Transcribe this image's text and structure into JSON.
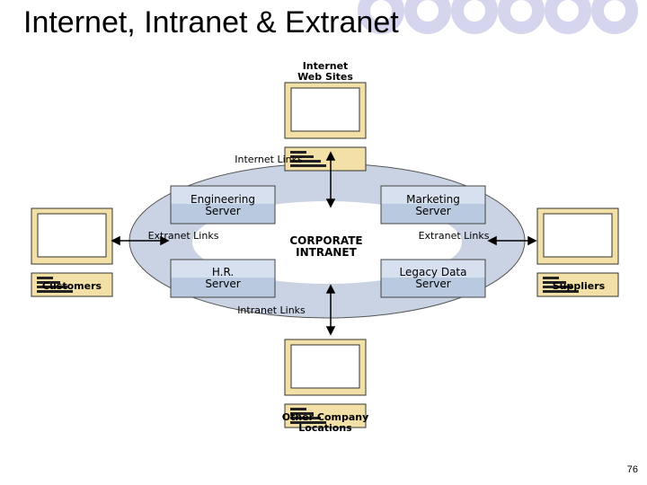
{
  "slide": {
    "title": "Internet, Intranet & Extranet",
    "page_number": "76"
  },
  "diagram": {
    "center_label": [
      "CORPORATE",
      "INTRANET"
    ],
    "servers": {
      "engineering": [
        "Engineering",
        "Server"
      ],
      "marketing": [
        "Marketing",
        "Server"
      ],
      "hr": [
        "H.R.",
        "Server"
      ],
      "legacy": [
        "Legacy Data",
        "Server"
      ]
    },
    "links": {
      "internet": "Internet Links",
      "extranet_left": "Extranet Links",
      "extranet_right": "Extranet Links",
      "intranet": "Intranet Links"
    },
    "nodes": {
      "internet_sites": [
        "Internet",
        "Web Sites"
      ],
      "customers": "Customers",
      "suppliers": "Suppliers",
      "other_locations": [
        "Other Company",
        "Locations"
      ]
    }
  },
  "colors": {
    "ellipse_fill": "#c9d3e4",
    "server_box": "#c4d3e4",
    "monitor_frame": "#f2e0a6",
    "decor_circle": "#d5d5ee"
  },
  "icons": [
    "computer-icon",
    "arrow-icon"
  ]
}
